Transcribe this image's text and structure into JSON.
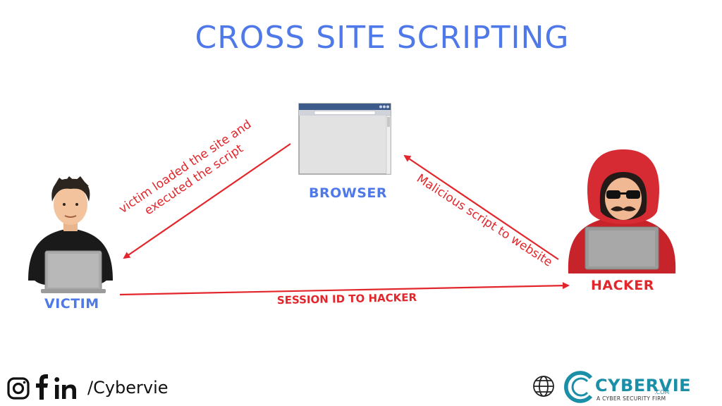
{
  "title": "CROSS SITE SCRIPTING",
  "nodes": {
    "browser": "BROWSER",
    "victim": "VICTIM",
    "hacker": "HACKER"
  },
  "arrows": {
    "victim_label_line1": "victim loaded the site and",
    "victim_label_line2": "executed the script",
    "malicious": "Malicious script to website",
    "session": "SESSION ID TO HACKER"
  },
  "footer": {
    "social_icons": [
      "instagram-icon",
      "facebook-icon",
      "linkedin-icon"
    ],
    "handle": "/Cybervie",
    "brand": "CYBERVIE",
    "brand_suffix": ".COM",
    "tagline": "A CYBER SECURITY FIRM"
  },
  "colors": {
    "accent_blue": "#4f79e8",
    "arrow_red": "#e3262b",
    "hood_red": "#d62b32",
    "brand_teal": "#1c8fa8"
  }
}
